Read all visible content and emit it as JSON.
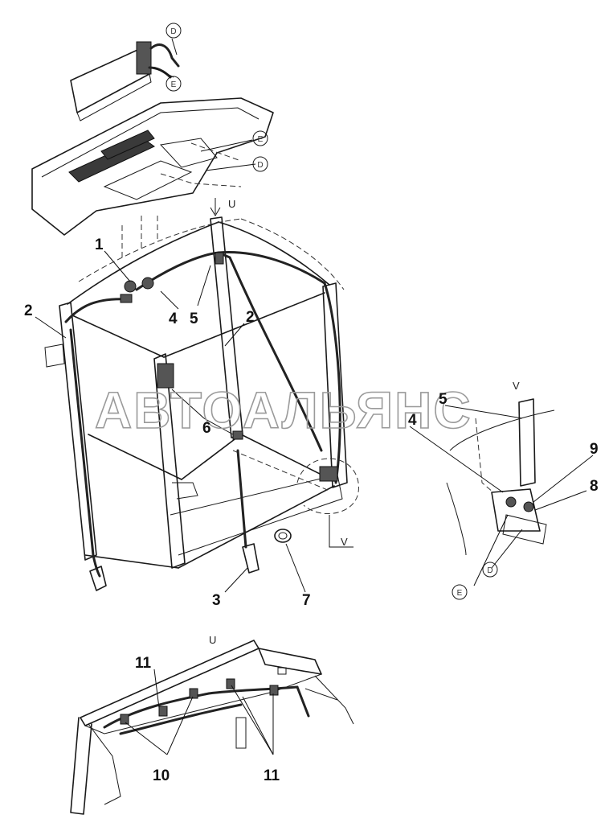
{
  "diagram": {
    "watermark": "АВТОАЛЬЯНС",
    "part_labels": [
      "1",
      "2",
      "2",
      "3",
      "4",
      "5",
      "6",
      "7",
      "4",
      "5",
      "9",
      "8",
      "11",
      "10",
      "11"
    ],
    "view_labels": [
      "U",
      "V",
      "V",
      "U"
    ],
    "circled_labels": [
      "D",
      "E",
      "E",
      "D",
      "E",
      "D"
    ]
  }
}
